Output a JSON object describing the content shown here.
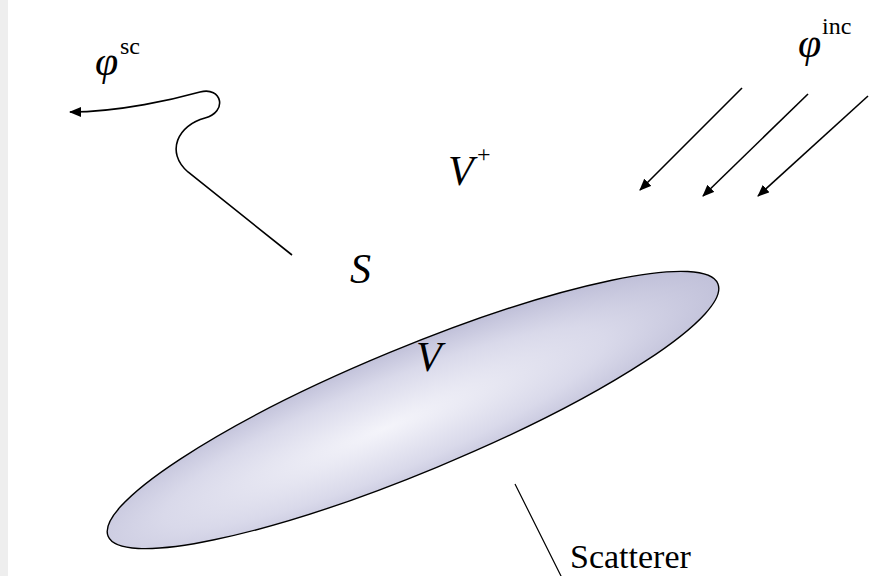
{
  "diagram": {
    "nodes": [
      {
        "text": [
          "V"
        ]
      }
    ],
    "labels": [
      "φ",
      "sc",
      "φ",
      "inc",
      "V",
      "+",
      "S",
      "Scatterer"
    ]
  }
}
